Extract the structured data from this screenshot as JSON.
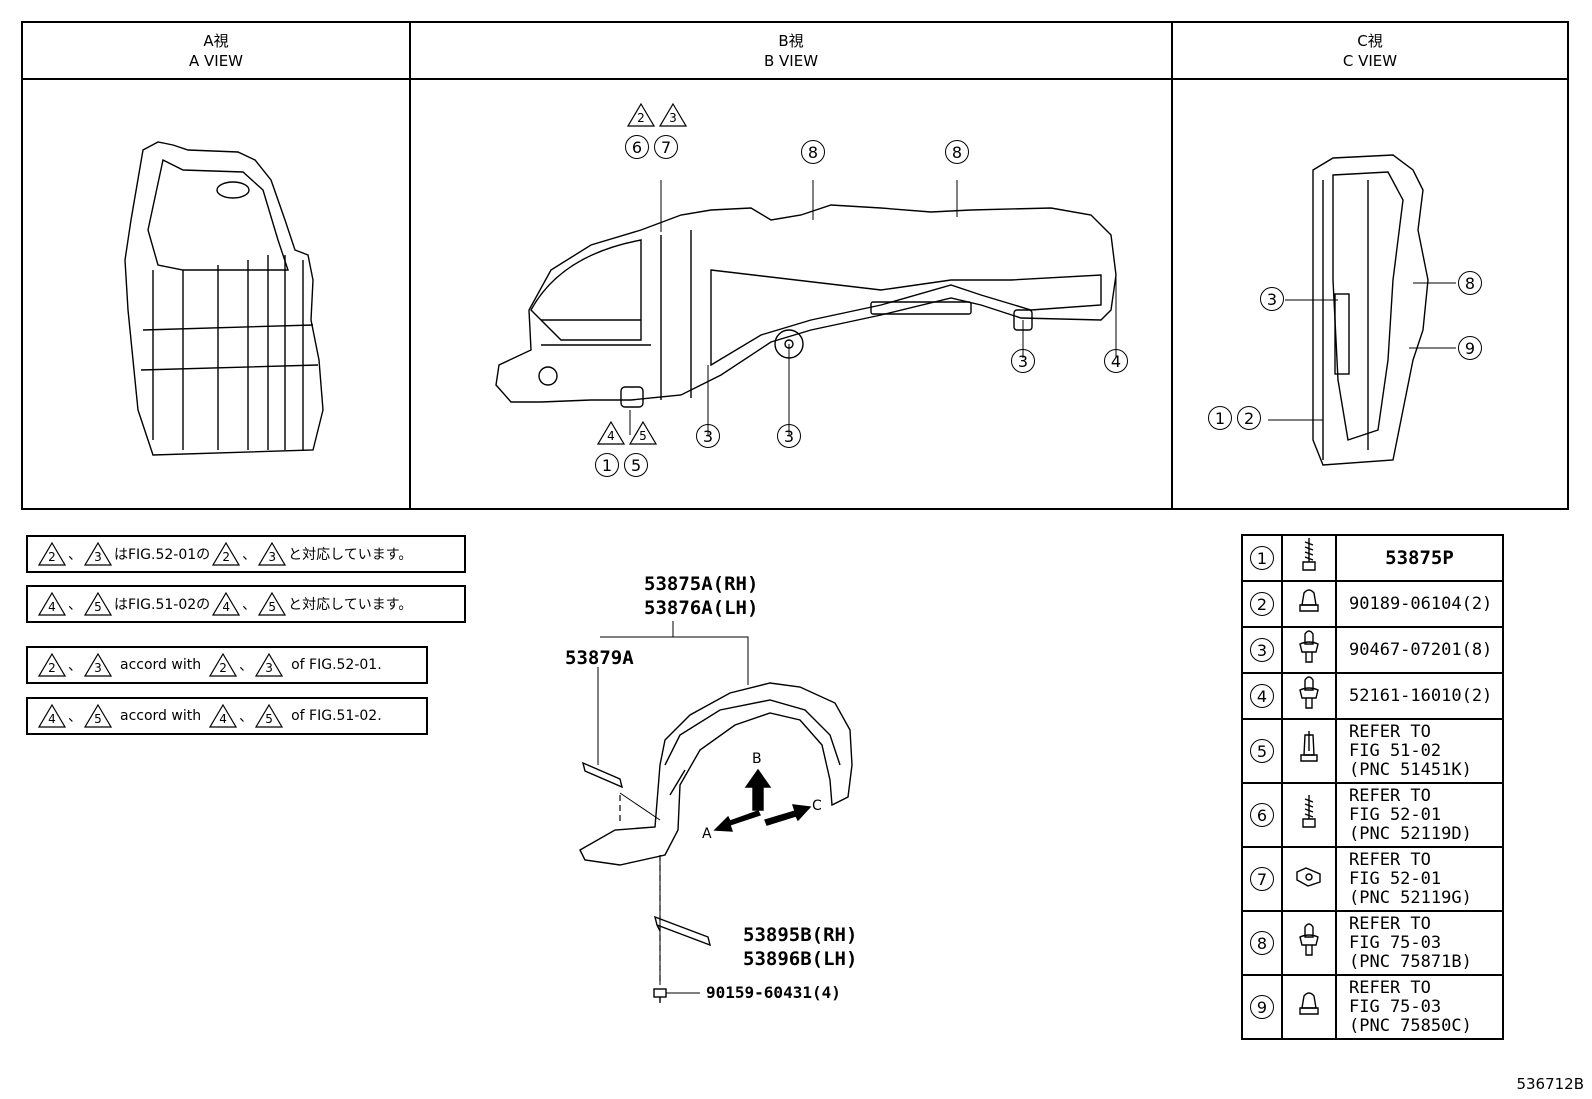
{
  "views": [
    {
      "jp": "A視",
      "en": "A VIEW"
    },
    {
      "jp": "B視",
      "en": "B VIEW"
    },
    {
      "jp": "C視",
      "en": "C VIEW"
    }
  ],
  "callouts": {
    "b_view": {
      "top_left_triangles": [
        "2",
        "3"
      ],
      "top_left_circles": [
        "6",
        "7"
      ],
      "top_mid": "8",
      "top_right": "8",
      "bottom_left_triangles": [
        "4",
        "5"
      ],
      "bottom_left_circles": [
        "1",
        "5"
      ],
      "bottom_mid1": "3",
      "bottom_mid2": "3",
      "right1": "3",
      "right2": "4"
    },
    "c_view": {
      "left_mid": "3",
      "bottom_left": [
        "1",
        "2"
      ],
      "right_top": "8",
      "right_bottom": "9"
    }
  },
  "notes": [
    {
      "a": "2",
      "b": "3",
      "sep": "、",
      "text1": "はFIG.52-01の",
      "text2": "と対応しています。"
    },
    {
      "a": "4",
      "b": "5",
      "sep": "、",
      "text1": "はFIG.51-02の",
      "text2": "と対応しています。"
    },
    {
      "a": "2",
      "b": "3",
      "sep": "、",
      "text1": "accord with",
      "text2": "of FIG.52-01."
    },
    {
      "a": "4",
      "b": "5",
      "sep": "、",
      "text1": "accord with",
      "text2": "of FIG.51-02."
    }
  ],
  "parts": {
    "liner_rh": "53875A(RH)",
    "liner_lh": "53876A(LH)",
    "seal": "53879A",
    "bracket_rh": "53895B(RH)",
    "bracket_lh": "53896B(LH)",
    "bolt": "90159-60431(4)",
    "arrow_a": "A",
    "arrow_b": "B",
    "arrow_c": "C"
  },
  "legend": [
    {
      "num": "1",
      "icon": "screw-icon",
      "text": "53875P"
    },
    {
      "num": "2",
      "icon": "clip-icon",
      "text": "90189-06104(2)"
    },
    {
      "num": "3",
      "icon": "push-clip-icon",
      "text": "90467-07201(8)"
    },
    {
      "num": "4",
      "icon": "push-clip-icon",
      "text": "52161-16010(2)"
    },
    {
      "num": "5",
      "icon": "rivet-icon",
      "text": "REFER TO\nFIG 51-02\n(PNC 51451K)"
    },
    {
      "num": "6",
      "icon": "screw-icon",
      "text": "REFER TO\nFIG 52-01\n(PNC 52119D)"
    },
    {
      "num": "7",
      "icon": "nut-clip-icon",
      "text": "REFER TO\nFIG 52-01\n(PNC 52119G)"
    },
    {
      "num": "8",
      "icon": "push-clip-icon",
      "text": "REFER TO\nFIG 75-03\n(PNC 75871B)"
    },
    {
      "num": "9",
      "icon": "clip-icon",
      "text": "REFER TO\nFIG 75-03\n(PNC 75850C)"
    }
  ],
  "figure_id": "536712B"
}
